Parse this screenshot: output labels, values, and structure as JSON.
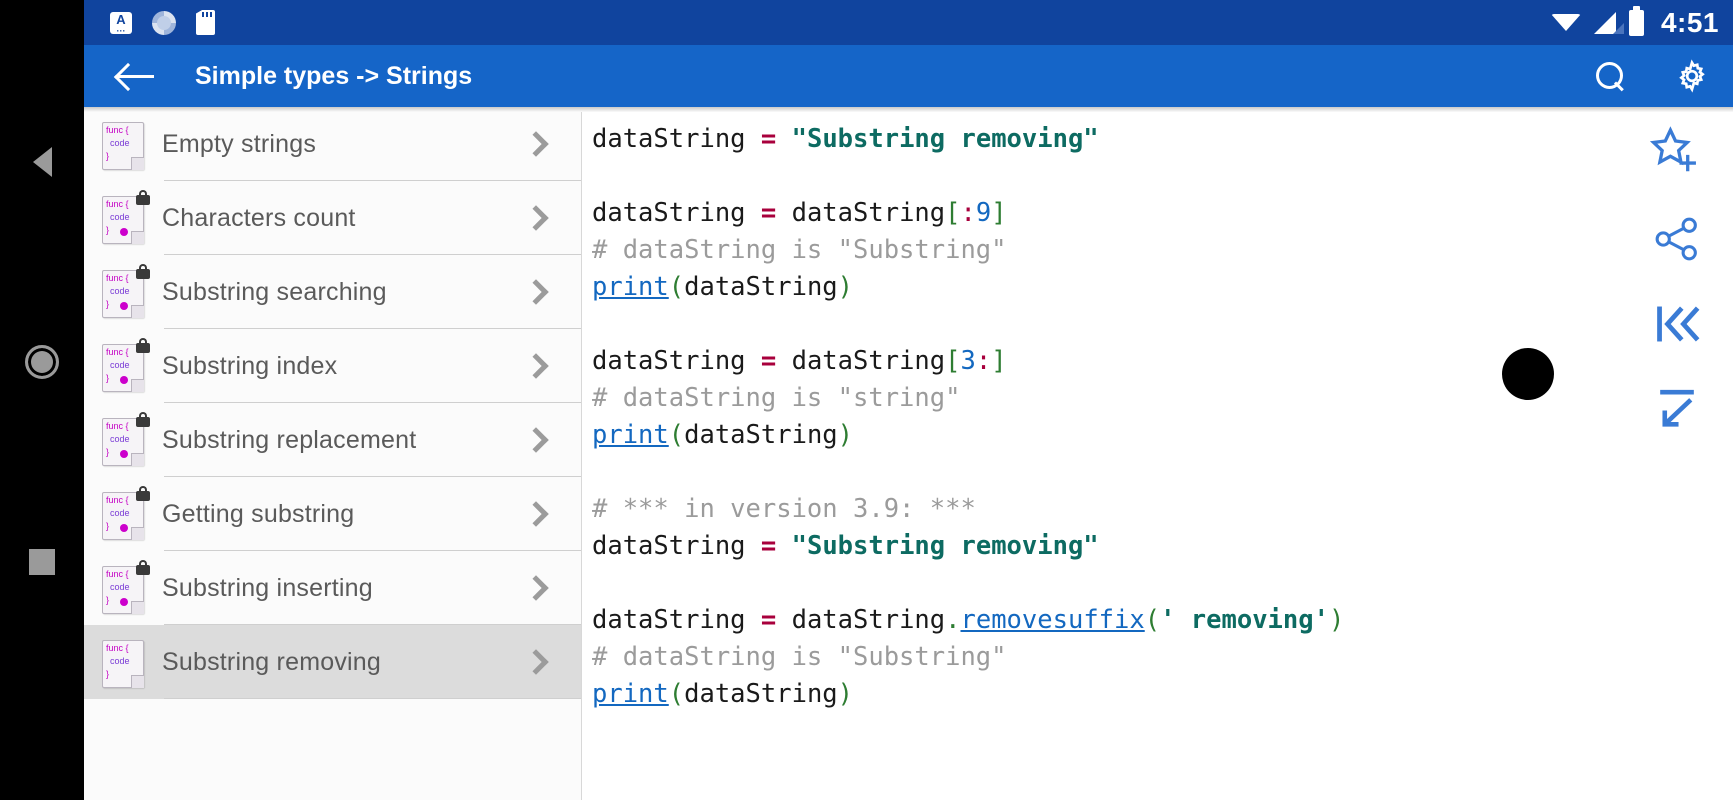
{
  "statusbar": {
    "icons_left": [
      "keyboard-indicator-icon",
      "sync-spinner-icon",
      "sd-card-icon"
    ],
    "icons_right": [
      "wifi-icon",
      "cell-signal-icon",
      "battery-icon"
    ],
    "kbd_letter": "A",
    "time": "4:51"
  },
  "navbar": {
    "back_label": "back-button",
    "home_label": "home-button",
    "recents_label": "recents-button"
  },
  "appbar": {
    "title": "Simple types -> Strings",
    "back_icon": "arrow-left-icon",
    "search_icon": "search-icon",
    "settings_icon": "gear-icon"
  },
  "sidebar": {
    "items": [
      {
        "label": "Empty strings",
        "locked": false,
        "dot": false,
        "selected": false
      },
      {
        "label": "Characters count",
        "locked": true,
        "dot": true,
        "selected": false
      },
      {
        "label": "Substring searching",
        "locked": true,
        "dot": true,
        "selected": false
      },
      {
        "label": "Substring index",
        "locked": true,
        "dot": true,
        "selected": false
      },
      {
        "label": "Substring replacement",
        "locked": true,
        "dot": true,
        "selected": false
      },
      {
        "label": "Getting substring",
        "locked": true,
        "dot": true,
        "selected": false
      },
      {
        "label": "Substring inserting",
        "locked": true,
        "dot": true,
        "selected": false
      },
      {
        "label": "Substring removing",
        "locked": false,
        "dot": false,
        "selected": true
      }
    ],
    "icon_text": {
      "line1": "func {",
      "line2": "code",
      "line3": "}"
    },
    "chevron_icon": "chevron-right-icon"
  },
  "code": {
    "language": "python",
    "lines": [
      [
        {
          "t": "dataString ",
          "c": "plain"
        },
        {
          "t": "=",
          "c": "eq"
        },
        {
          "t": " ",
          "c": "plain"
        },
        {
          "t": "\"Substring removing\"",
          "c": "str"
        }
      ],
      [],
      [
        {
          "t": "dataString ",
          "c": "plain"
        },
        {
          "t": "=",
          "c": "eq"
        },
        {
          "t": " dataString",
          "c": "plain"
        },
        {
          "t": "[",
          "c": "brk"
        },
        {
          "t": ":",
          "c": "col"
        },
        {
          "t": "9",
          "c": "num"
        },
        {
          "t": "]",
          "c": "brk"
        }
      ],
      [
        {
          "t": "# dataString is \"Substring\"",
          "c": "cmt"
        }
      ],
      [
        {
          "t": "print",
          "c": "fn"
        },
        {
          "t": "(",
          "c": "par"
        },
        {
          "t": "dataString",
          "c": "plain"
        },
        {
          "t": ")",
          "c": "par"
        }
      ],
      [],
      [
        {
          "t": "dataString ",
          "c": "plain"
        },
        {
          "t": "=",
          "c": "eq"
        },
        {
          "t": " dataString",
          "c": "plain"
        },
        {
          "t": "[",
          "c": "brk"
        },
        {
          "t": "3",
          "c": "num"
        },
        {
          "t": ":",
          "c": "col"
        },
        {
          "t": "]",
          "c": "brk"
        }
      ],
      [
        {
          "t": "# dataString is \"string\"",
          "c": "cmt"
        }
      ],
      [
        {
          "t": "print",
          "c": "fn"
        },
        {
          "t": "(",
          "c": "par"
        },
        {
          "t": "dataString",
          "c": "plain"
        },
        {
          "t": ")",
          "c": "par"
        }
      ],
      [],
      [
        {
          "t": "# *** in version 3.9: ***",
          "c": "cmt"
        }
      ],
      [
        {
          "t": "dataString ",
          "c": "plain"
        },
        {
          "t": "=",
          "c": "eq"
        },
        {
          "t": " ",
          "c": "plain"
        },
        {
          "t": "\"Substring removing\"",
          "c": "str"
        }
      ],
      [],
      [
        {
          "t": "dataString ",
          "c": "plain"
        },
        {
          "t": "=",
          "c": "eq"
        },
        {
          "t": " dataString",
          "c": "plain"
        },
        {
          "t": ".",
          "c": "dotop"
        },
        {
          "t": "removesuffix",
          "c": "fn"
        },
        {
          "t": "(",
          "c": "par"
        },
        {
          "t": "' removing'",
          "c": "str"
        },
        {
          "t": ")",
          "c": "par"
        }
      ],
      [
        {
          "t": "# dataString is \"Substring\"",
          "c": "cmt"
        }
      ],
      [
        {
          "t": "print",
          "c": "fn"
        },
        {
          "t": "(",
          "c": "par"
        },
        {
          "t": "dataString",
          "c": "plain"
        },
        {
          "t": ")",
          "c": "par"
        }
      ]
    ]
  },
  "rail": {
    "tools": [
      {
        "name": "add-to-favorites-icon",
        "title": "Add to favorites"
      },
      {
        "name": "share-icon",
        "title": "Share"
      },
      {
        "name": "skip-to-first-icon",
        "title": "First"
      },
      {
        "name": "jump-to-bottom-icon",
        "title": "Collapse"
      }
    ]
  },
  "colors": {
    "statusbar_bg": "#10449e",
    "appbar_bg": "#1565c8",
    "accent": "#1368c0",
    "string_green": "#0d6b62",
    "comment_gray": "#9b9b9b",
    "operator_red": "#a8003c",
    "selected_row": "#dcdcdc"
  }
}
